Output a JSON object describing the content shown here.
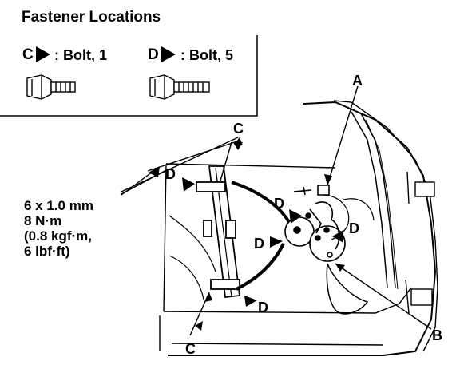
{
  "title": "Fastener Locations",
  "legend": [
    {
      "letter": "C",
      "text": ": Bolt, 1"
    },
    {
      "letter": "D",
      "text": ": Bolt, 5"
    }
  ],
  "spec_lines": [
    "6 x 1.0 mm",
    "8 N·m",
    "(0.8 kgf·m,",
    "6 lbf·ft)"
  ],
  "callouts": {
    "a": "A",
    "b": "B",
    "c_top": "C",
    "c_bottom": "C",
    "d_top_left": "D",
    "d_center": "D",
    "d_right": "D",
    "d_left_mid": "D",
    "d_bottom": "D"
  }
}
